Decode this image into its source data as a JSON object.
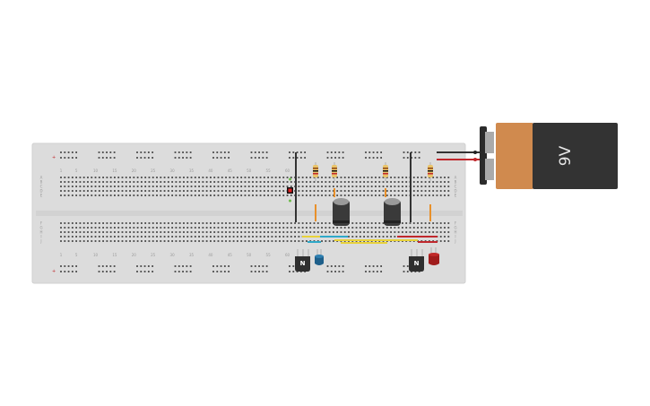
{
  "breadboard": {
    "column_numbers": [
      "1",
      "5",
      "10",
      "15",
      "20",
      "25",
      "30",
      "35",
      "40",
      "45",
      "50",
      "55",
      "60"
    ],
    "row_letters_top": [
      "A",
      "B",
      "C",
      "D",
      "E"
    ],
    "row_letters_bottom": [
      "F",
      "G",
      "H",
      "I",
      "J"
    ]
  },
  "battery": {
    "label": "9V",
    "body_color": "#333333",
    "cap_color": "#d08a4e"
  },
  "components": {
    "transistor_left_label": "N",
    "transistor_right_label": "N"
  },
  "colors": {
    "board": "#dcdcdc",
    "hole": "#454545",
    "wire_black": "#333333",
    "wire_red": "#c0282d",
    "wire_yellow": "#e8d23a",
    "wire_cyan": "#2fa9c9",
    "wire_orange": "#e8902a",
    "led_red": "#a01c1c",
    "led_blue": "#1e5f8a"
  }
}
